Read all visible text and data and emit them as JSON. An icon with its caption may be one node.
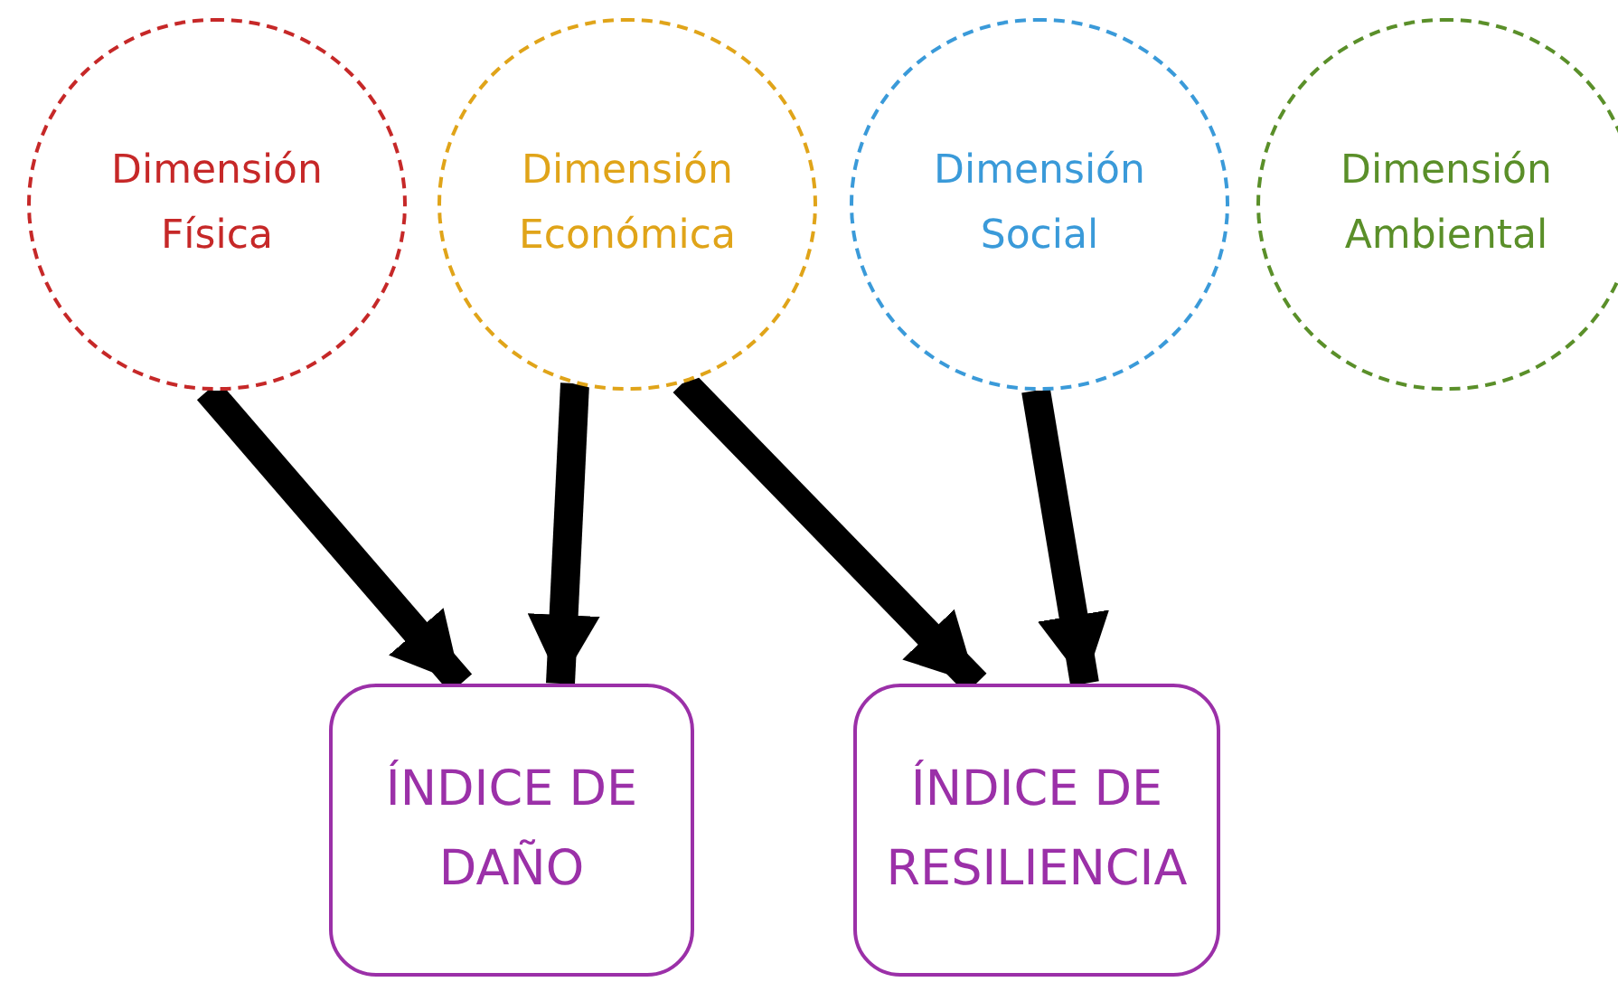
{
  "diagram": {
    "nodes": [
      {
        "text": [
          "Dimensión Física"
        ]
      },
      {
        "text": [
          "Dimensión Económica"
        ]
      },
      {
        "text": [
          "Dimensión Social"
        ]
      },
      {
        "text": [
          "Dimensión Ambiental"
        ]
      },
      {
        "text": [
          "ÍNDICE DE DAÑO"
        ]
      },
      {
        "text": [
          "ÍNDICE DE RESILIENCIA"
        ]
      }
    ],
    "edges": [
      {
        "from": 0,
        "to": 4,
        "arrow": "to"
      },
      {
        "from": 1,
        "to": 4,
        "arrow": "to"
      },
      {
        "from": 1,
        "to": 5,
        "arrow": "to"
      },
      {
        "from": 2,
        "to": 5,
        "arrow": "to"
      }
    ]
  }
}
